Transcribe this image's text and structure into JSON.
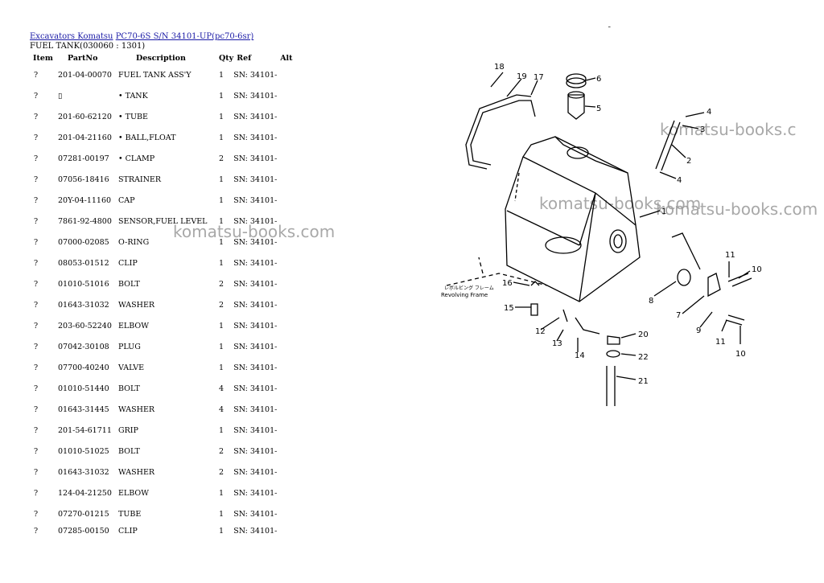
{
  "breadcrumb": {
    "link1": "Excavators Komatsu",
    "link2": "PC70-6S S/N 34101-UP(pc70-6sr)"
  },
  "subtitle": "FUEL TANK(030060 : 1301)",
  "corner_mark": "¯",
  "table": {
    "headers": {
      "item": "Item",
      "partno": "PartNo",
      "description": "Description",
      "qty": "Qty",
      "ref": "Ref",
      "alt": "Alt"
    },
    "rows": [
      {
        "item": "?",
        "partno": "201-04-00070",
        "description": "FUEL TANK ASS'Y",
        "qty": "1",
        "ref": "SN: 34101-"
      },
      {
        "item": "?",
        "partno": "▯",
        "description": "• TANK",
        "qty": "1",
        "ref": "SN: 34101-"
      },
      {
        "item": "?",
        "partno": "201-60-62120",
        "description": "• TUBE",
        "qty": "1",
        "ref": "SN: 34101-"
      },
      {
        "item": "?",
        "partno": "201-04-21160",
        "description": "• BALL,FLOAT",
        "qty": "1",
        "ref": "SN: 34101-"
      },
      {
        "item": "?",
        "partno": "07281-00197",
        "description": "• CLAMP",
        "qty": "2",
        "ref": "SN: 34101-"
      },
      {
        "item": "?",
        "partno": "07056-18416",
        "description": "STRAINER",
        "qty": "1",
        "ref": "SN: 34101-"
      },
      {
        "item": "?",
        "partno": "20Y-04-11160",
        "description": "CAP",
        "qty": "1",
        "ref": "SN: 34101-"
      },
      {
        "item": "?",
        "partno": "7861-92-4800",
        "description": "SENSOR,FUEL LEVEL",
        "qty": "1",
        "ref": "SN: 34101-"
      },
      {
        "item": "?",
        "partno": "07000-02085",
        "description": "O-RING",
        "qty": "1",
        "ref": "SN: 34101-"
      },
      {
        "item": "?",
        "partno": "08053-01512",
        "description": "CLIP",
        "qty": "1",
        "ref": "SN: 34101-"
      },
      {
        "item": "?",
        "partno": "01010-51016",
        "description": "BOLT",
        "qty": "2",
        "ref": "SN: 34101-"
      },
      {
        "item": "?",
        "partno": "01643-31032",
        "description": "WASHER",
        "qty": "2",
        "ref": "SN: 34101-"
      },
      {
        "item": "?",
        "partno": "203-60-52240",
        "description": "ELBOW",
        "qty": "1",
        "ref": "SN: 34101-"
      },
      {
        "item": "?",
        "partno": "07042-30108",
        "description": "PLUG",
        "qty": "1",
        "ref": "SN: 34101-"
      },
      {
        "item": "?",
        "partno": "07700-40240",
        "description": "VALVE",
        "qty": "1",
        "ref": "SN: 34101-"
      },
      {
        "item": "?",
        "partno": "01010-51440",
        "description": "BOLT",
        "qty": "4",
        "ref": "SN: 34101-"
      },
      {
        "item": "?",
        "partno": "01643-31445",
        "description": "WASHER",
        "qty": "4",
        "ref": "SN: 34101-"
      },
      {
        "item": "?",
        "partno": "201-54-61711",
        "description": "GRIP",
        "qty": "1",
        "ref": "SN: 34101-"
      },
      {
        "item": "?",
        "partno": "01010-51025",
        "description": "BOLT",
        "qty": "2",
        "ref": "SN: 34101-"
      },
      {
        "item": "?",
        "partno": "01643-31032",
        "description": "WASHER",
        "qty": "2",
        "ref": "SN: 34101-"
      },
      {
        "item": "?",
        "partno": "124-04-21250",
        "description": "ELBOW",
        "qty": "1",
        "ref": "SN: 34101-"
      },
      {
        "item": "?",
        "partno": "07270-01215",
        "description": "TUBE",
        "qty": "1",
        "ref": "SN: 34101-"
      },
      {
        "item": "?",
        "partno": "07285-00150",
        "description": "CLIP",
        "qty": "1",
        "ref": "SN: 34101-"
      }
    ]
  },
  "watermarks": [
    "komatsu-books.com",
    "komatsu-books.com",
    "komatsu-books.com",
    "komatsu-books.c"
  ],
  "diagram": {
    "callouts": [
      "18",
      "19",
      "17",
      "6",
      "5",
      "4",
      "3",
      "2",
      "4",
      "1",
      "11",
      "10",
      "16",
      "8",
      "7",
      "15",
      "9",
      "11",
      "10",
      "12",
      "13",
      "14",
      "20",
      "22",
      "21"
    ],
    "frame_label_jp": "レボルビング フレーム",
    "frame_label": "Revolving Frame"
  }
}
